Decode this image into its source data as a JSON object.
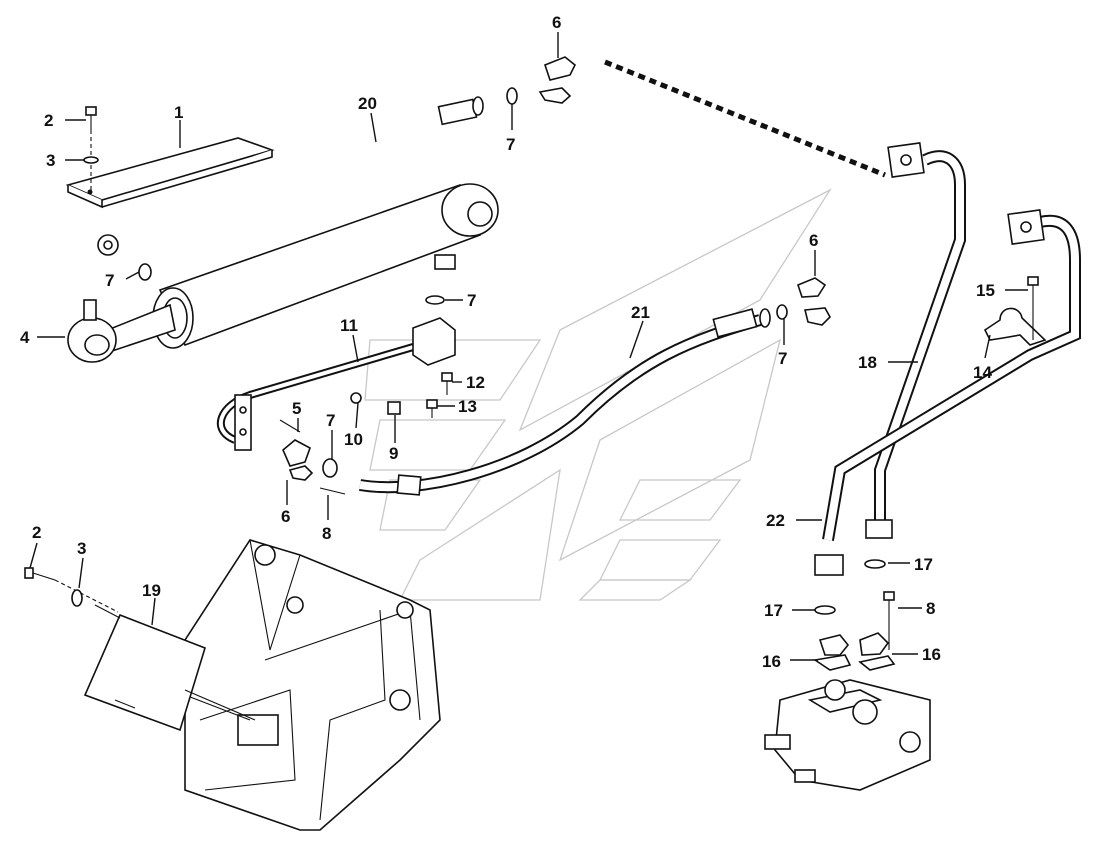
{
  "diagram": {
    "callouts": [
      {
        "id": "c1",
        "text": "1"
      },
      {
        "id": "c2a",
        "text": "2"
      },
      {
        "id": "c3a",
        "text": "3"
      },
      {
        "id": "c4",
        "text": "4"
      },
      {
        "id": "c20",
        "text": "20"
      },
      {
        "id": "c7a",
        "text": "7"
      },
      {
        "id": "c6a",
        "text": "6"
      },
      {
        "id": "c7b",
        "text": "7"
      },
      {
        "id": "c7c",
        "text": "7"
      },
      {
        "id": "c11",
        "text": "11"
      },
      {
        "id": "c12",
        "text": "12"
      },
      {
        "id": "c13",
        "text": "13"
      },
      {
        "id": "c5",
        "text": "5"
      },
      {
        "id": "c7d",
        "text": "7"
      },
      {
        "id": "c10",
        "text": "10"
      },
      {
        "id": "c9",
        "text": "9"
      },
      {
        "id": "c6b",
        "text": "6"
      },
      {
        "id": "c8a",
        "text": "8"
      },
      {
        "id": "c21",
        "text": "21"
      },
      {
        "id": "c6c",
        "text": "6"
      },
      {
        "id": "c7e",
        "text": "7"
      },
      {
        "id": "c15",
        "text": "15"
      },
      {
        "id": "c14",
        "text": "14"
      },
      {
        "id": "c18",
        "text": "18"
      },
      {
        "id": "c22",
        "text": "22"
      },
      {
        "id": "c17a",
        "text": "17"
      },
      {
        "id": "c17b",
        "text": "17"
      },
      {
        "id": "c8b",
        "text": "8"
      },
      {
        "id": "c16a",
        "text": "16"
      },
      {
        "id": "c16b",
        "text": "16"
      },
      {
        "id": "c2b",
        "text": "2"
      },
      {
        "id": "c3b",
        "text": "3"
      },
      {
        "id": "c19",
        "text": "19"
      }
    ]
  }
}
